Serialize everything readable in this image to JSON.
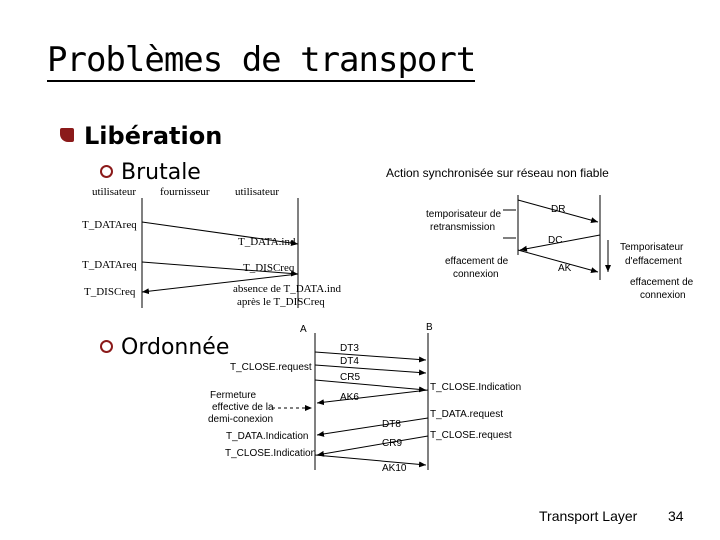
{
  "slide": {
    "title": "Problèmes de transport",
    "footer_label": "Transport Layer",
    "page_number": "34"
  },
  "section": {
    "heading": "Libération",
    "brutale": "Brutale",
    "ordonnee": "Ordonnée"
  },
  "brutale_diagram": {
    "col_user_left": "utilisateur",
    "col_provider": "fournisseur",
    "col_user_right": "utilisateur",
    "t_datareq_1": "T_DATAreq",
    "t_data_ind": "T_DATA.ind",
    "t_datareq_2": "T_DATAreq",
    "t_discreq": "T_DISCreq",
    "t_disc_req_ind": "T_DISCreq",
    "absence_line1": "absence de T_DATA.ind",
    "absence_line2": "après le T_DISCreq"
  },
  "sync_diagram": {
    "heading": "Action synchronisée   sur réseau non fiable",
    "temp_retrans_line1": "temporisateur de",
    "temp_retrans_line2": "retransmission",
    "dr": "DR",
    "dc": "DC",
    "ak": "AK",
    "effacement_line1": "effacement de",
    "effacement_line2": "connexion",
    "temp_eff_line1": "Temporisateur",
    "temp_eff_line2": "d'effacement",
    "eff_right_line1": "effacement de",
    "eff_right_line2": "connexion"
  },
  "ordonnee_diagram": {
    "node_a": "A",
    "node_b": "B",
    "dt3": "DT3",
    "dt4": "DT4",
    "cr5": "CR5",
    "ak6": "AK6",
    "dt8": "DT8",
    "cr9": "CR9",
    "ak10": "AK10",
    "close_request_left": "T_CLOSE.request",
    "close_indication_right": "T_CLOSE.Indication",
    "data_request_right": "T_DATA.request",
    "close_request_right": "T_CLOSE.request",
    "data_indication_left": "T_DATA.Indication",
    "close_indication_left": "T_CLOSE.Indication",
    "fermeture_line1": "Fermeture",
    "fermeture_line2": "effective de la",
    "fermeture_line3": "demi-conexion"
  }
}
